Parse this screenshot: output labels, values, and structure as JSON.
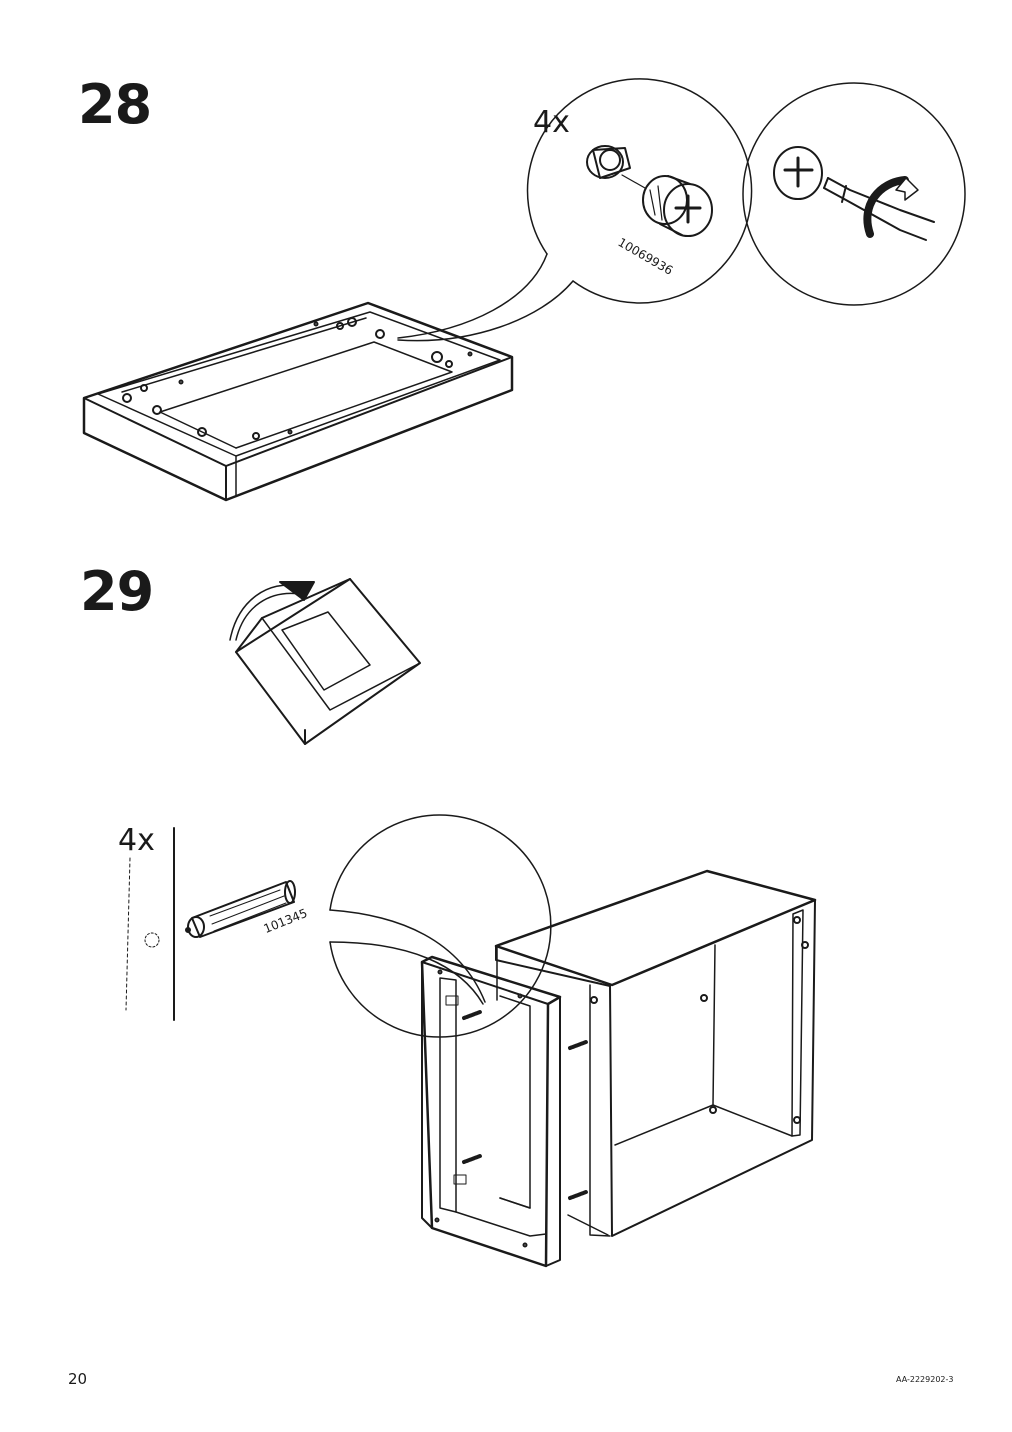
{
  "steps": [
    {
      "number": "28",
      "quantity": "4x",
      "part_number": "10069936"
    },
    {
      "number": "29",
      "quantity": "4x",
      "part_number": "101345"
    }
  ],
  "footer": {
    "page_number": "20",
    "document_id": "AA-2229202-3"
  }
}
